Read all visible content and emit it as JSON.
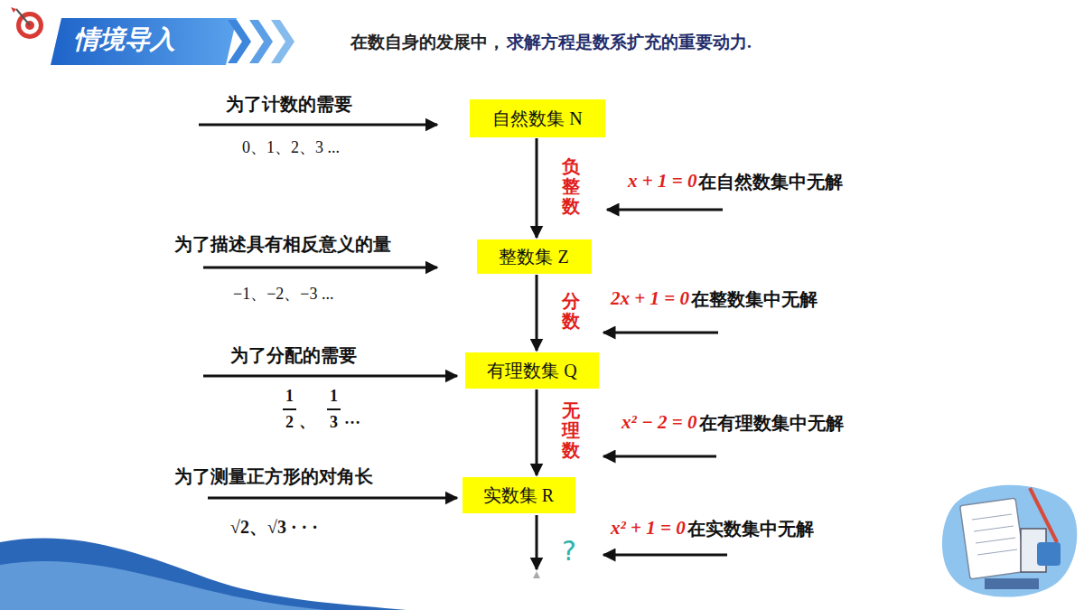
{
  "diagram": {
    "title": "情境导入",
    "nodes": [
      {
        "text": [
          "自然数集 N"
        ]
      },
      {
        "text": [
          "整数集 Z"
        ]
      },
      {
        "text": [
          "有理数集 Q"
        ]
      },
      {
        "text": [
          "实数集 R"
        ]
      }
    ],
    "edges": [
      {
        "from": 0,
        "to": 1,
        "arrow": "to",
        "label": "负整数"
      },
      {
        "from": 1,
        "to": 2,
        "arrow": "to",
        "label": "分数"
      },
      {
        "from": 2,
        "to": 3,
        "arrow": "to",
        "label": "无理数"
      }
    ],
    "labels": [
      "在数自身的发展中，",
      "求解方程是数系扩充的重要动力.",
      "为了计数的需要",
      "0、1、2、3 ...",
      "x + 1 = 0",
      "在自然数集中无解",
      "为了描述具有相反意义的量",
      "−1、−2、−3 ...",
      "2x + 1 = 0",
      "在整数集中无解",
      "为了分配的需要",
      "1",
      "2",
      "、",
      "1",
      "3",
      "…",
      "x² − 2 = 0",
      "在有理数集中无解",
      "为了测量正方形的对角长",
      "√2、√3 · · ·",
      "x² + 1 = 0",
      "在实数集中无解",
      "?"
    ]
  }
}
